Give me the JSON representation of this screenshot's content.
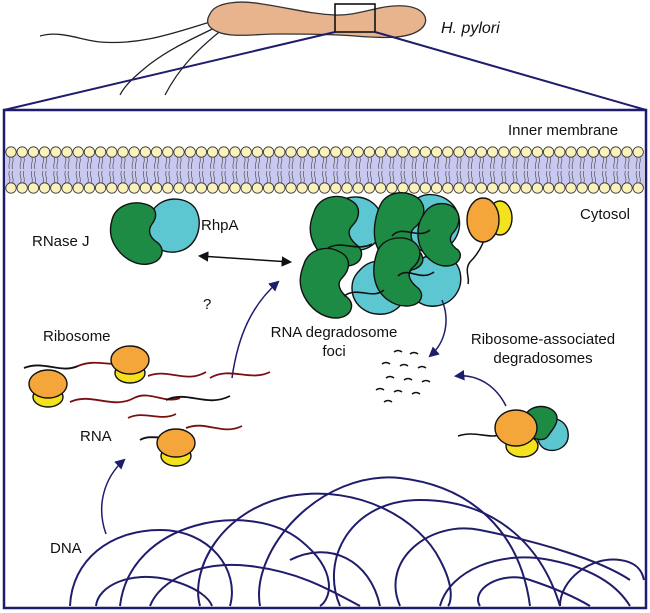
{
  "labels": {
    "organism": "H. pylori",
    "inner_membrane": "Inner membrane",
    "cytosol": "Cytosol",
    "rnase_j": "RNase J",
    "rhpa": "RhpA",
    "question": "?",
    "foci_line1": "RNA degradosome",
    "foci_line2": "foci",
    "ribosome_assoc_line1": "Ribosome-associated",
    "ribosome_assoc_line2": "degradosomes",
    "ribosome": "Ribosome",
    "rna": "RNA",
    "dna": "DNA"
  },
  "colors": {
    "bacterium": "#e8b48e",
    "frame": "#1f1d6b",
    "membrane_band": "#9a9ae6",
    "lipid_head": "#fbf1bb",
    "rnase_j": "#1e8b45",
    "rhpa": "#5cc6d1",
    "ribosome_large": "#f5a63a",
    "ribosome_small": "#f4e21f",
    "rna": "#7a0f12",
    "dna": "#1f1d6b"
  }
}
